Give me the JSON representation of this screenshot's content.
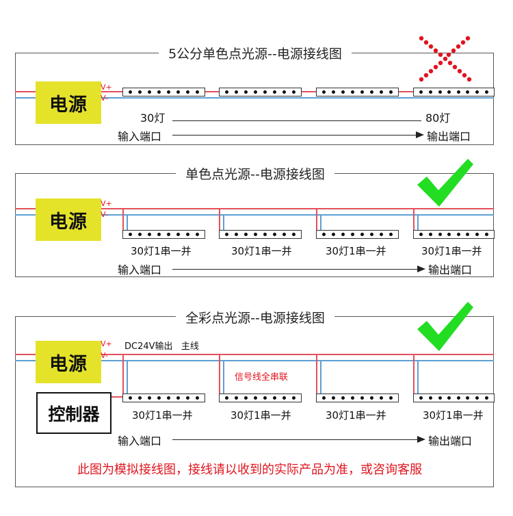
{
  "panel1": {
    "title": "5公分单色点光源--电源接线图",
    "psu_label": "电源",
    "v_plus": "V+",
    "v_minus": "V-",
    "start_count": "30灯",
    "end_count": "80灯",
    "input_label": "输入端口",
    "output_label": "输出端口",
    "status": "wrong"
  },
  "panel2": {
    "title": "单色点光源--电源接线图",
    "psu_label": "电源",
    "v_plus": "V+",
    "v_minus": "V-",
    "group_labels": [
      "30灯1串一并",
      "30灯1串一并",
      "30灯1串一并",
      "30灯1串一并"
    ],
    "input_label": "输入端口",
    "output_label": "输出端口",
    "status": "correct"
  },
  "panel3": {
    "title": "全彩点光源--电源接线图",
    "psu_label": "电源",
    "v_plus": "V+",
    "v_minus": "V-",
    "dc_label": "DC24V输出   主线",
    "signal_label": "信号线全串联",
    "controller_label": "控制器",
    "group_labels": [
      "30灯1串一并",
      "30灯1串一并",
      "30灯1串一并",
      "30灯1串一并"
    ],
    "input_label": "输入端口",
    "output_label": "输出端口",
    "status": "correct"
  },
  "footer_note": "此图为模拟接线图，接线请以收到的实际产品为准，或咨询客服",
  "colors": {
    "psu_fill": "#e4e32a",
    "wire_red": "#e4505a",
    "wire_blue": "#5d9fd3",
    "cross_red": "#e0141e",
    "check_green": "#22dd22"
  }
}
